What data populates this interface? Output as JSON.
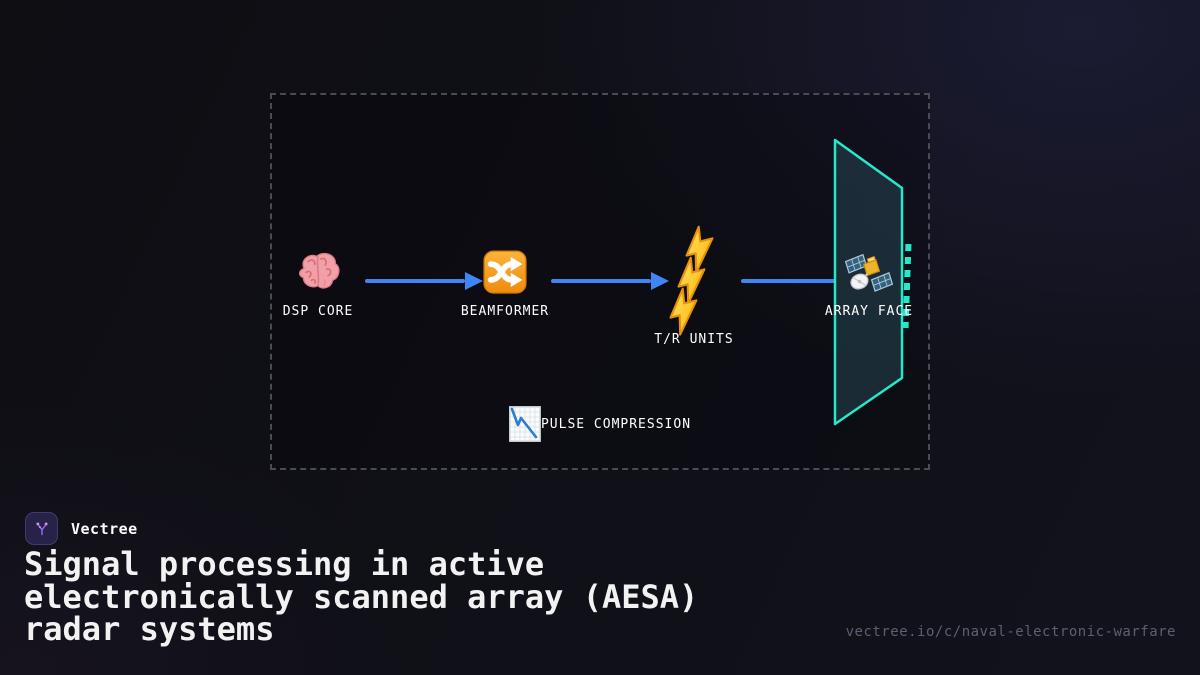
{
  "brand": {
    "name": "Vectree"
  },
  "title": "Signal processing in active electronically scanned array (AESA) radar systems",
  "footer_url": "vectree.io/c/naval-electronic-warfare",
  "diagram": {
    "nodes": [
      {
        "id": "dsp-core",
        "label": "DSP CORE",
        "icon": "brain-icon"
      },
      {
        "id": "beamformer",
        "label": "BEAMFORMER",
        "icon": "shuffle-tracks-icon"
      },
      {
        "id": "tr-units",
        "label": "T/R UNITS",
        "icon": "high-voltage-icon"
      },
      {
        "id": "array-face",
        "label": "ARRAY FACE",
        "icon": "satellite-icon"
      }
    ],
    "annotation": {
      "label": "PULSE COMPRESSION",
      "icon": "chart-decreasing-icon"
    }
  },
  "colors": {
    "arrow_blue": "#3e86f5",
    "accent_teal": "#25e8c8",
    "bolt_yellow": "#ffd23f",
    "beamformer_orange": "#f59b18",
    "brain_pink": "#f2a0a8",
    "logo_purple": "#a06af8",
    "frame_border": "#4a4b55",
    "url_gray": "#59606f"
  }
}
